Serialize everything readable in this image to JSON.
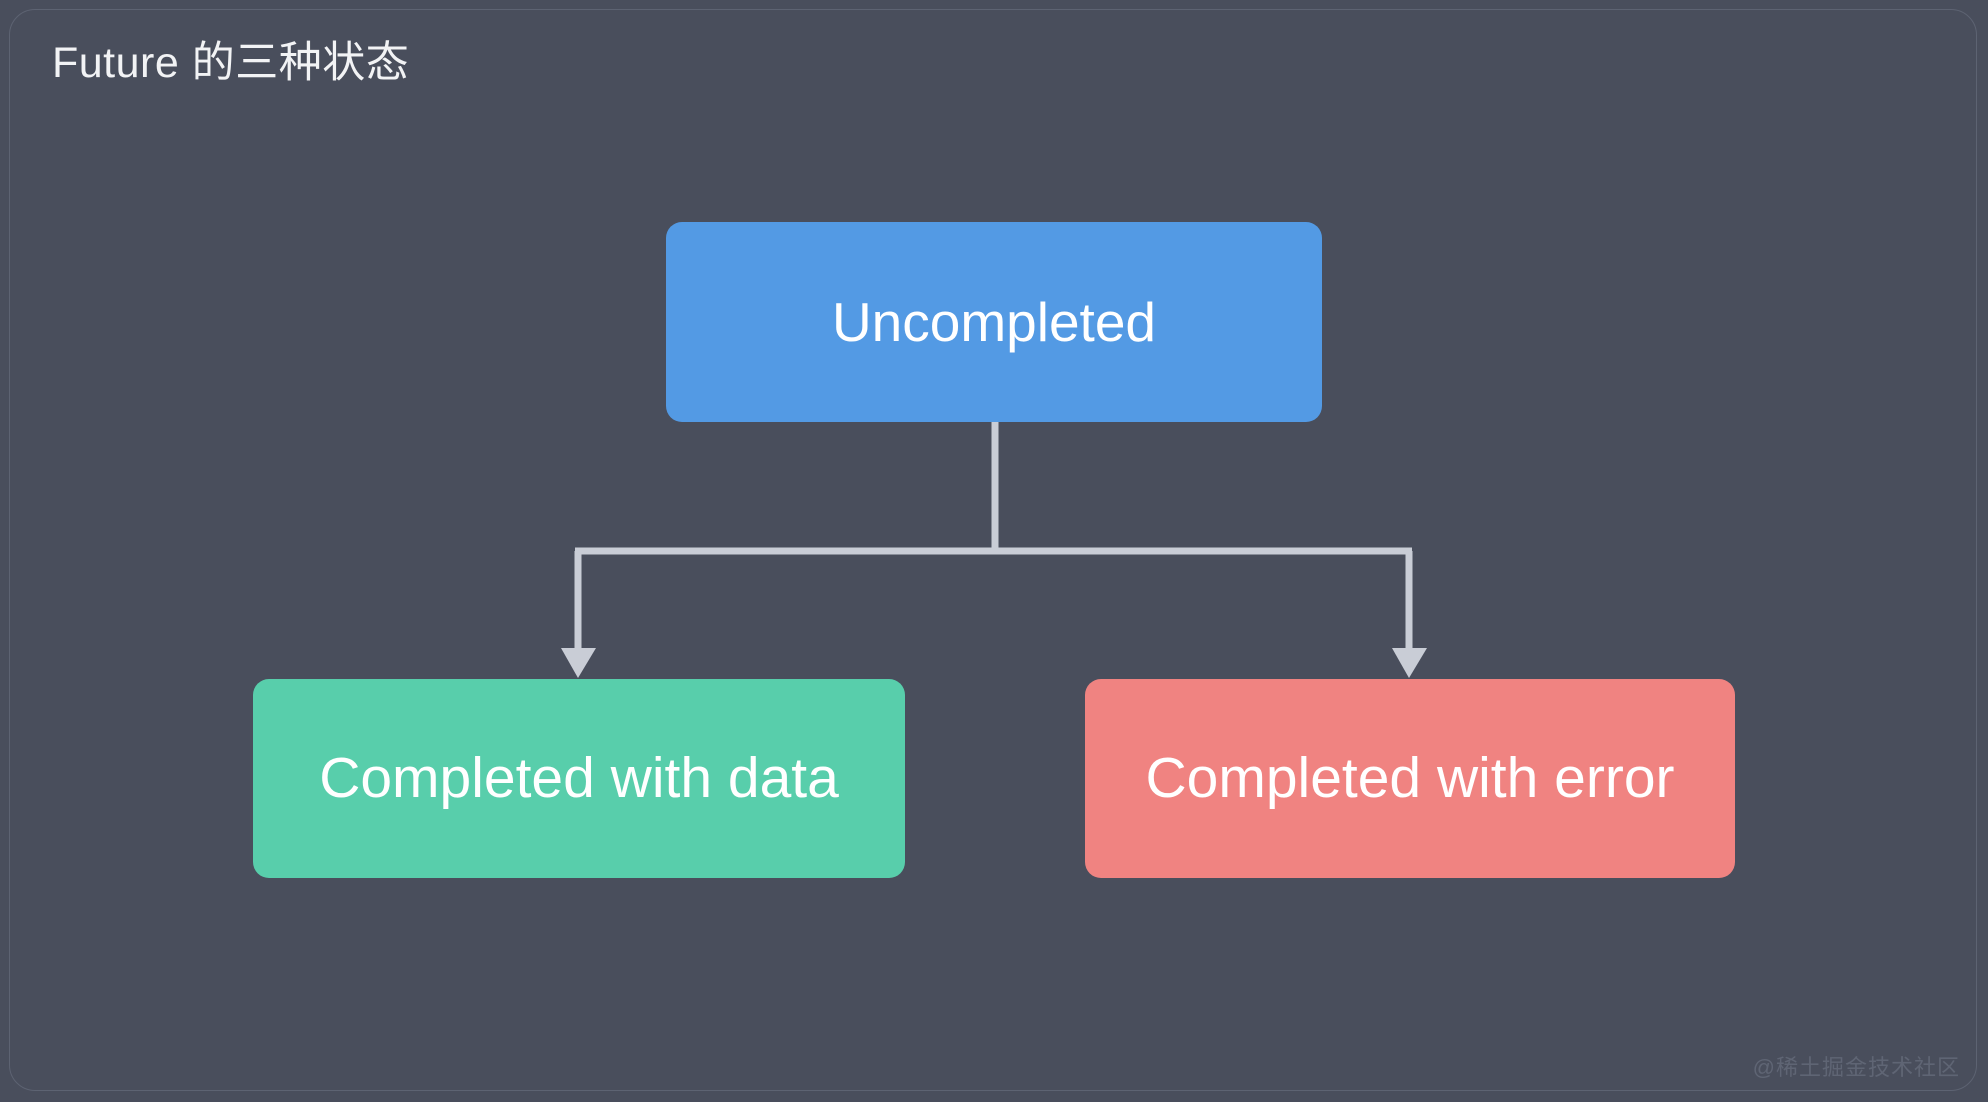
{
  "slide": {
    "title": "Future 的三种状态",
    "background_color": "#494e5c",
    "border_color": "#5d6372",
    "watermark": "@稀土掘金技术社区"
  },
  "diagram": {
    "type": "flowchart",
    "connector_color": "#c9cdd6",
    "nodes": [
      {
        "id": "uncompleted",
        "label": "Uncompleted",
        "color": "#539ae4",
        "text_color": "#ffffff",
        "level": "root"
      },
      {
        "id": "completed-with-data",
        "label": "Completed with data",
        "color": "#58ceab",
        "text_color": "#ffffff",
        "level": "child"
      },
      {
        "id": "completed-with-error",
        "label": "Completed with error",
        "color": "#f08381",
        "text_color": "#ffffff",
        "level": "child"
      }
    ],
    "edges": [
      {
        "from": "uncompleted",
        "to": "completed-with-data",
        "arrow": "down"
      },
      {
        "from": "uncompleted",
        "to": "completed-with-error",
        "arrow": "down"
      }
    ]
  }
}
